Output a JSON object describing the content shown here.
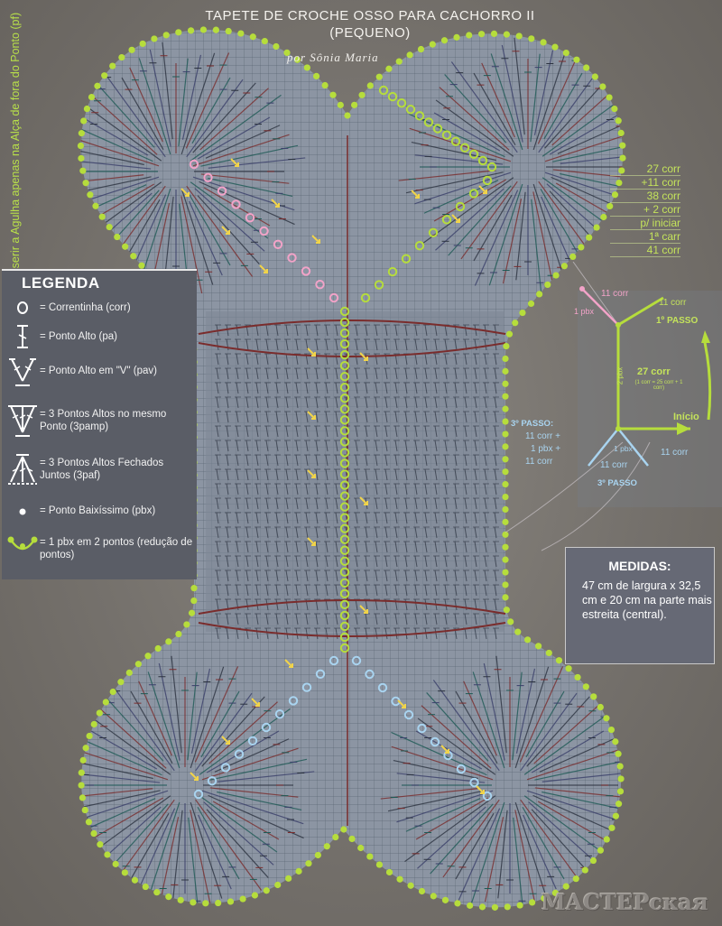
{
  "header": {
    "title_line1": "TAPETE DE CROCHE OSSO PARA CACHORRO II",
    "title_line2": "(PEQUENO)",
    "author": "por Sônia Maria"
  },
  "side_note": "* Inserir a Agulha apenas na Alça de fora do Ponto (pf)",
  "legend": {
    "title": "LEGENDA",
    "items": [
      {
        "symbol": "chain-circle-icon",
        "text": "= Correntinha (corr)"
      },
      {
        "symbol": "double-crochet-icon",
        "text": "= Ponto Alto (pa)"
      },
      {
        "symbol": "v-stitch-icon",
        "text": "= Ponto Alto em \"V\" (pav)"
      },
      {
        "symbol": "three-dc-same-stitch-icon",
        "text": "= 3 Pontos Altos no mesmo Ponto (3pamp)"
      },
      {
        "symbol": "three-dc-together-icon",
        "text": "= 3 Pontos Altos Fechados Juntos (3paf)"
      },
      {
        "symbol": "slip-stitch-dot-icon",
        "text": "= Ponto Baixíssimo (pbx)"
      },
      {
        "symbol": "decrease-icon",
        "text": "= 1 pbx em 2 pontos (redução de pontos)"
      }
    ]
  },
  "steps_note": {
    "lines": [
      "27 corr",
      "+11 corr",
      "38 corr",
      "+ 2 corr",
      "p/ iniciar",
      "1ª carr",
      "41 corr"
    ]
  },
  "step_diagram": {
    "label_11corr_a": "11 corr",
    "label_11corr_b": "11 corr",
    "label_1pbx_top": "1 pbx",
    "passo1": "1º PASSO",
    "label_2pbx": "2 pbx",
    "label_27corr": "27 corr",
    "label_27corr_sub": "(1 corr = 25 corr + 1 corr)",
    "inicio": "Início",
    "passo3_title": "3º PASSO:",
    "passo3_lines": [
      "11 corr +",
      "1 pbx +",
      "11 corr"
    ],
    "label_1pbx_bottom": "1 pbx",
    "label_11corr_c": "11 corr",
    "label_11corr_d": "11 corr",
    "passo3": "3º PASSO"
  },
  "measures": {
    "title": "MEDIDAS:",
    "body": "47 cm de largura x 32,5 cm e 20 cm na parte mais estreita (central)."
  },
  "watermark": "МАСТЕРская",
  "colors": {
    "accent_green": "#b6dd3c",
    "chain_pink": "#f2a3c8",
    "chain_blue": "#a9d4f0",
    "stitch_dark": "#2c3340",
    "stitch_red": "#7a2c2c",
    "stitch_teal": "#1e5a55",
    "legend_bg": "#5a5d66"
  }
}
